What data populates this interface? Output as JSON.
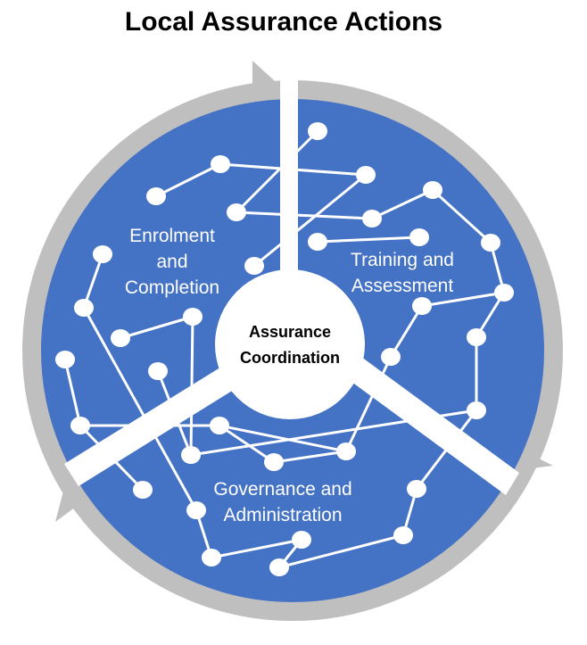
{
  "title": "Local Assurance Actions",
  "center": {
    "line1": "Assurance",
    "line2": "Coordination"
  },
  "segments": [
    {
      "line1": "Enrolment",
      "line2": "and",
      "line3": "Completion"
    },
    {
      "line1": "Training and",
      "line2": "Assessment"
    },
    {
      "line1": "Governance and",
      "line2": "Administration"
    }
  ],
  "colors": {
    "circle_fill": "#4472c4",
    "arrow_ring": "#bfbfbf",
    "divider": "#ffffff",
    "node": "#ffffff",
    "title_text": "#000000"
  },
  "icons": [
    "circular-arrow-icon",
    "network-node-icon"
  ]
}
